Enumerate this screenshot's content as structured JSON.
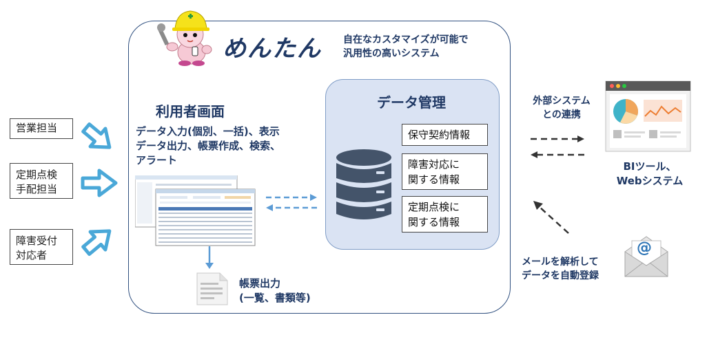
{
  "roles": [
    {
      "label": "営業担当"
    },
    {
      "label_lines": [
        "定期点検",
        "手配担当"
      ]
    },
    {
      "label_lines": [
        "障害受付",
        "対応者"
      ]
    }
  ],
  "product": {
    "name": "めんたん",
    "tagline_lines": [
      "自在なカスタマイズが可能で",
      "汎用性の高いシステム"
    ]
  },
  "user_screen": {
    "title": "利用者画面",
    "features_lines": [
      "データ入力(個別、一括)、表示",
      "データ出力、帳票作成、検索、",
      "アラート"
    ]
  },
  "report_output": {
    "lines": [
      "帳票出力",
      "(一覧、書類等)"
    ]
  },
  "data_management": {
    "title": "データ管理",
    "items": [
      {
        "lines": [
          "保守契約情報"
        ]
      },
      {
        "lines": [
          "障害対応に",
          "関する情報"
        ]
      },
      {
        "lines": [
          "定期点検に",
          "関する情報"
        ]
      }
    ]
  },
  "external": {
    "label_lines": [
      "外部システム",
      "との連携"
    ],
    "bi_lines": [
      "BIツール、",
      "Webシステム"
    ]
  },
  "mail": {
    "label_lines": [
      "メールを解析して",
      "データを自動登録"
    ],
    "icon_text": "@"
  },
  "colors": {
    "navy": "#1f3864",
    "frame_border": "#2f4f7f",
    "panel_fill": "#dae3f3",
    "arrow_blue": "#4aa8d8",
    "dash_blue": "#5b9bd5",
    "db_slate": "#44546a"
  }
}
